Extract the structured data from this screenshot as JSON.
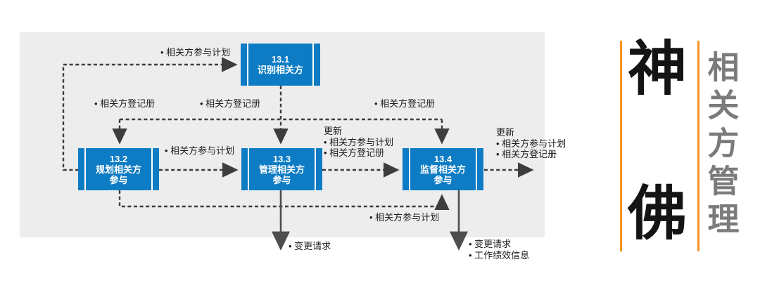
{
  "diagram": {
    "boxes": [
      {
        "code": "13.1",
        "name": "识别相关方"
      },
      {
        "code": "13.2",
        "name": "规划相关方\n参与"
      },
      {
        "code": "13.3",
        "name": "管理相关方\n参与"
      },
      {
        "code": "13.4",
        "name": "监督相关方\n参与"
      }
    ],
    "labels": {
      "plan_to_identify": "• 相关方参与计划",
      "registry_left": "• 相关方登记册",
      "registry_mid": "• 相关方登记册",
      "registry_right": "• 相关方登记册",
      "plan_mid": "• 相关方参与计划",
      "updates_from_manage": "更新\n• 相关方参与计划\n• 相关方登记册",
      "updates_from_monitor": "更新\n• 相关方参与计划\n• 相关方登记册",
      "plan_bottom": "• 相关方参与计划",
      "change_request_manage": "• 变更请求",
      "monitor_outputs": "• 变更请求\n• 工作绩效信息"
    }
  },
  "logo": {
    "brand_top": "神",
    "brand_bottom": "佛",
    "vertical_title": "相关方管理"
  },
  "colors": {
    "process_box_blue": "#0d7cc4",
    "panel_background": "#ededed",
    "accent_orange": "#f7941e",
    "title_gray": "#7b7b7b",
    "connector_dark": "#3d3d3d"
  }
}
